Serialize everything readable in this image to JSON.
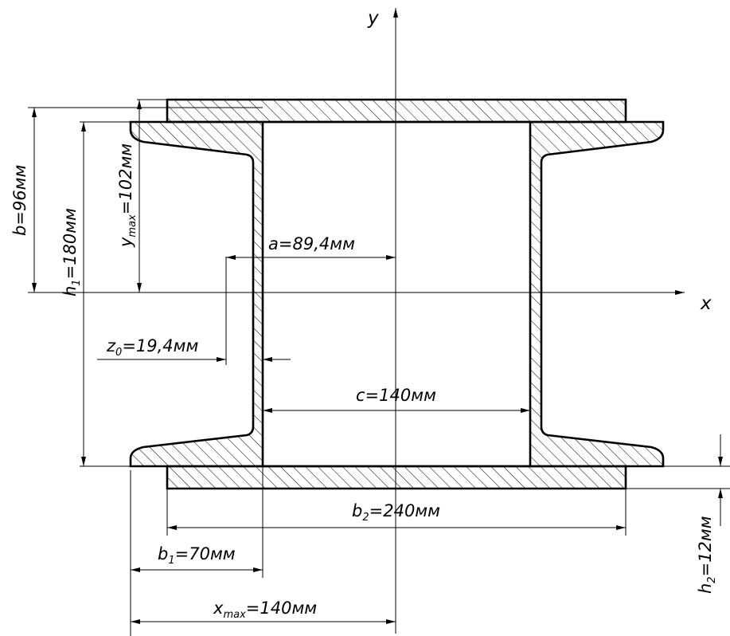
{
  "axes": {
    "x": "x",
    "y": "y"
  },
  "dimensions": {
    "b": {
      "symbol": "b",
      "sub": "",
      "text": "=96мм"
    },
    "h1": {
      "symbol": "h",
      "sub": "1",
      "text": "=180мм"
    },
    "ymax": {
      "symbol": "y",
      "sub": "max",
      "text": "=102мм"
    },
    "a": {
      "symbol": "a",
      "sub": "",
      "text": "=89,4мм"
    },
    "z0": {
      "symbol": "z",
      "sub": "0",
      "text": "=19,4мм"
    },
    "c": {
      "symbol": "c",
      "sub": "",
      "text": "=140мм"
    },
    "b2": {
      "symbol": "b",
      "sub": "2",
      "text": "=240мм"
    },
    "b1": {
      "symbol": "b",
      "sub": "1",
      "text": "=70мм"
    },
    "xmax": {
      "symbol": "x",
      "sub": "max",
      "text": "=140мм"
    },
    "h2": {
      "symbol": "h",
      "sub": "2",
      "text": "=12мм"
    }
  }
}
